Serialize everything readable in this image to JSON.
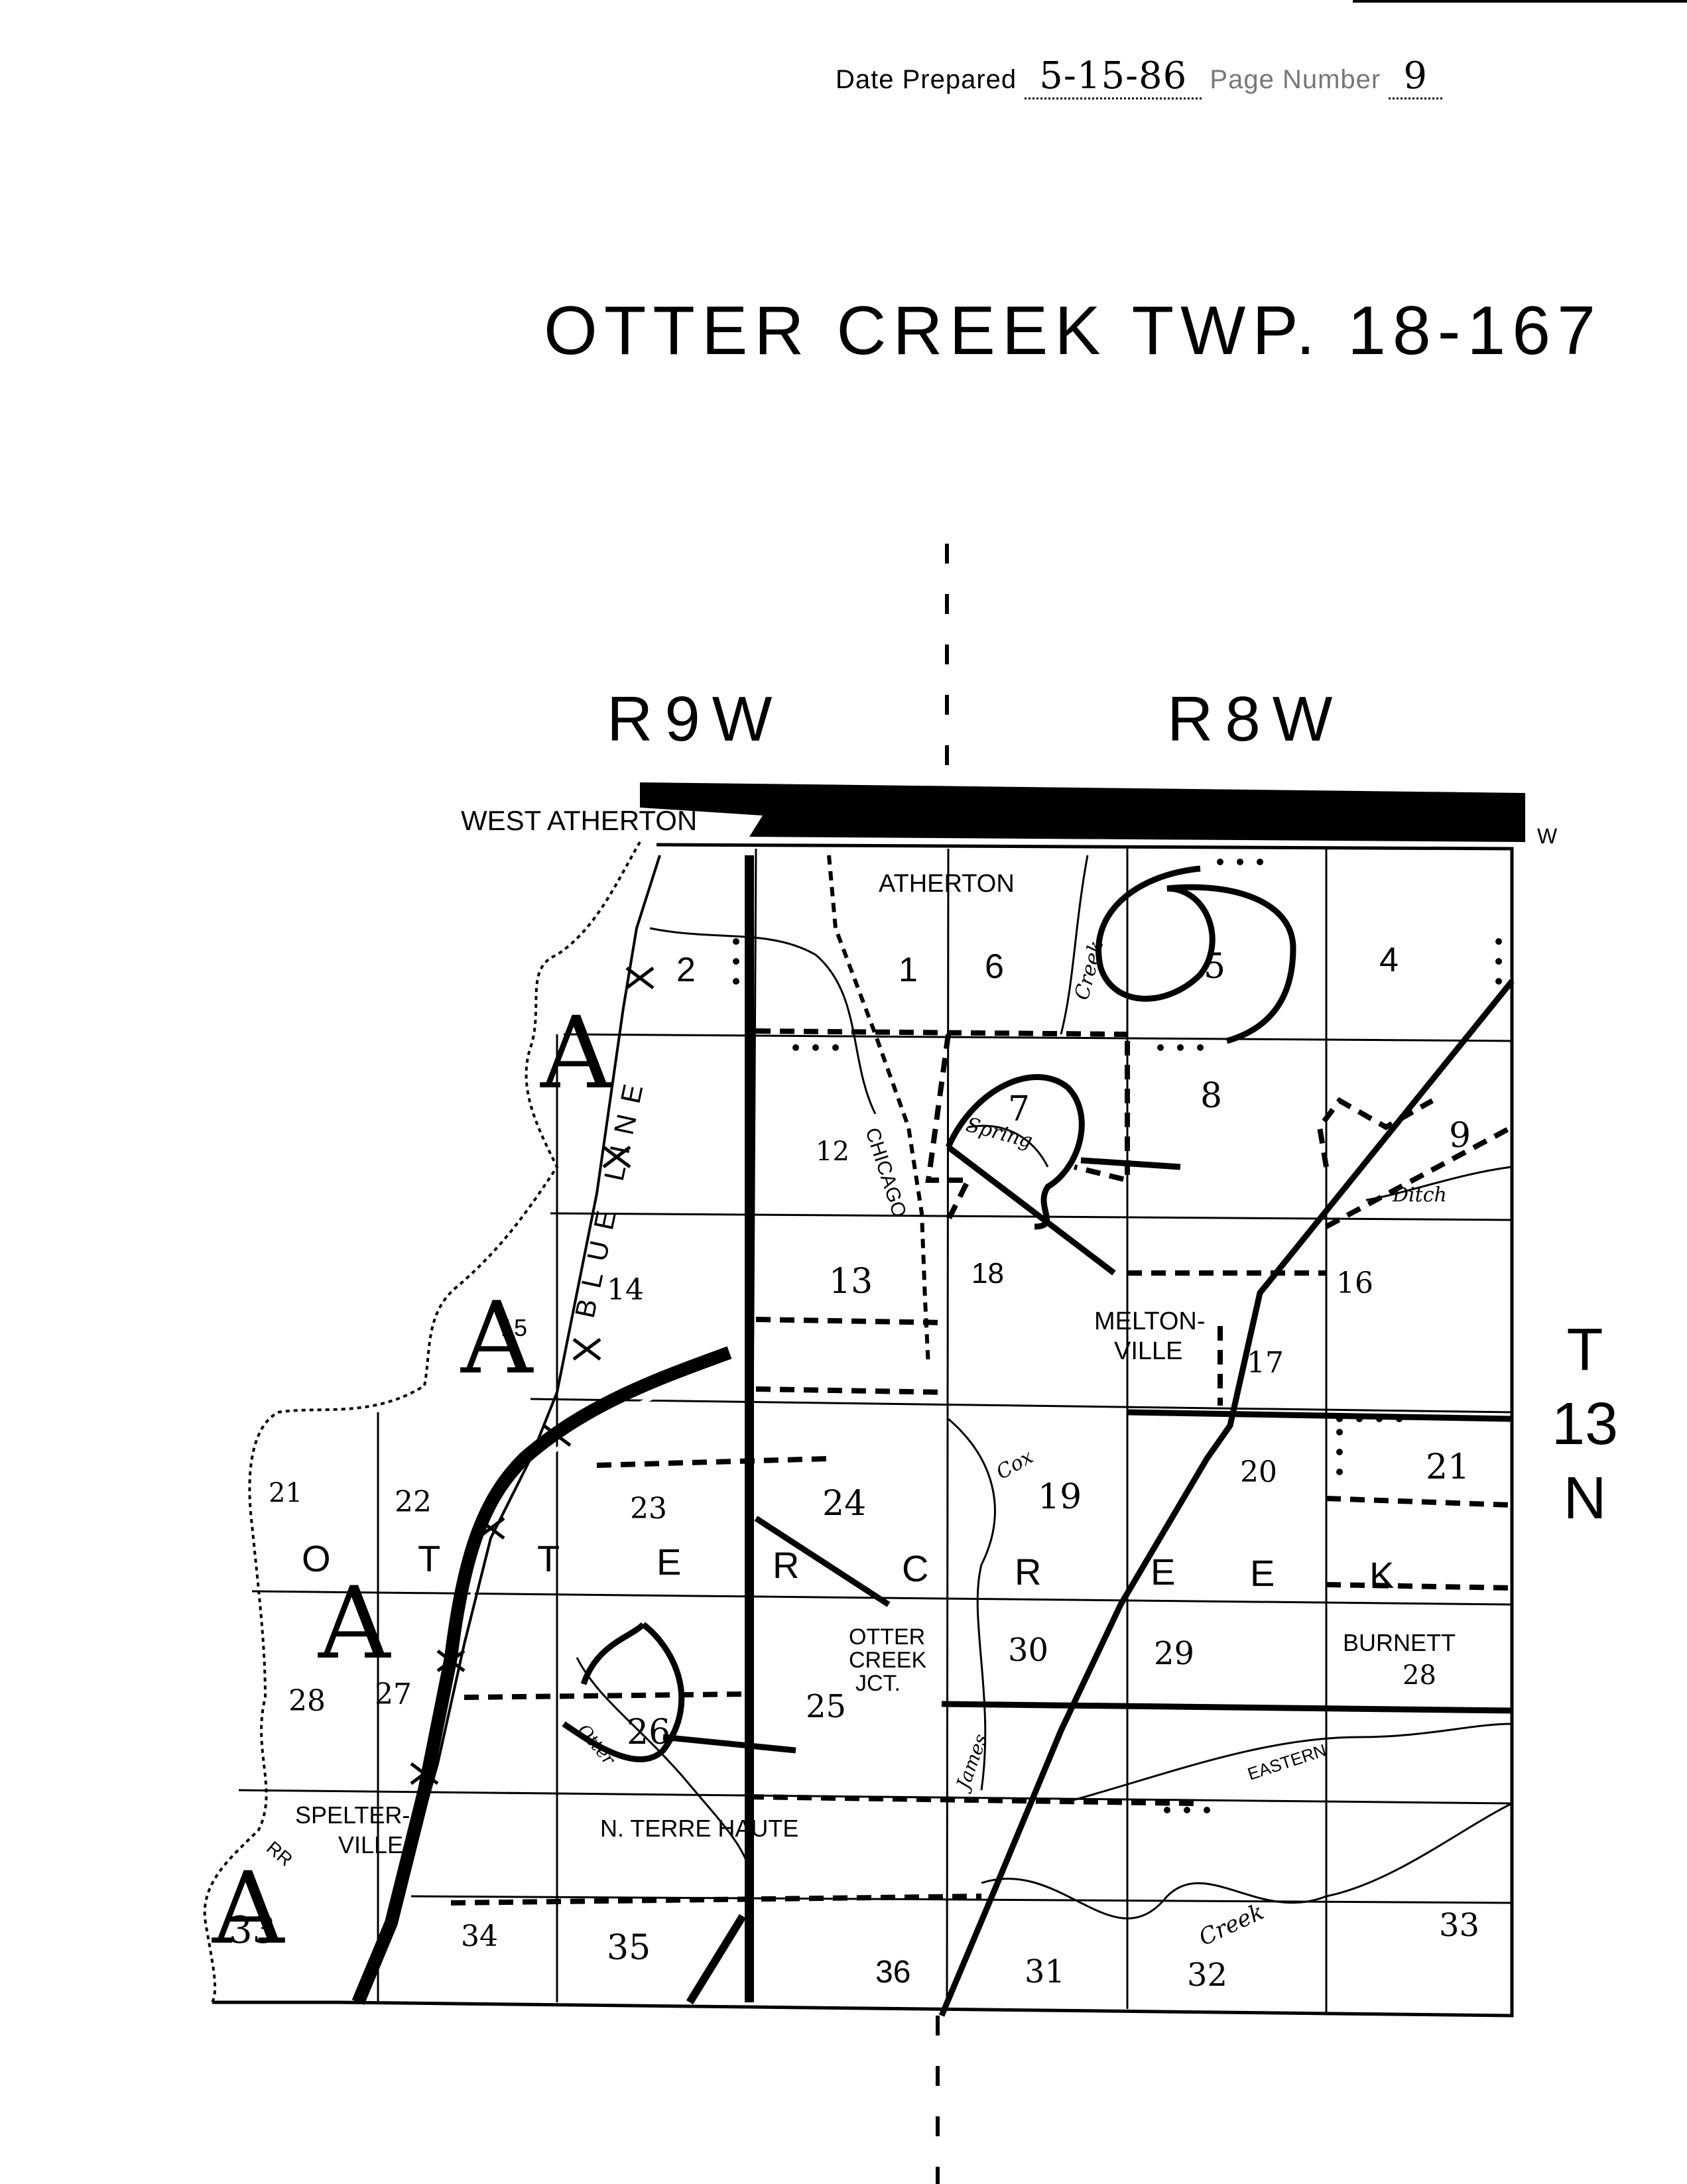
{
  "header": {
    "date_label": "Date Prepared",
    "date_value": "5-15-86",
    "page_label": "Page Number",
    "page_value": "9"
  },
  "title": "OTTER CREEK TWP. 18-167",
  "ranges": {
    "west": "R9W",
    "east": "R8W"
  },
  "township": {
    "t": "T",
    "num": "13",
    "dir": "N"
  },
  "places": {
    "west_atherton": "WEST ATHERTON",
    "atherton": "ATHERTON",
    "meltonville_1": "MELTON-",
    "meltonville_2": "VILLE",
    "otter_creek_jct_1": "OTTER",
    "otter_creek_jct_2": "CREEK",
    "otter_creek_jct_3": "JCT.",
    "burnett": "BURNETT",
    "spelterville_1": "SPELTER-",
    "spelterville_2": "VILLE",
    "n_terre_haute": "N. TERRE HAUTE",
    "right_edge_w": "W"
  },
  "waterways": {
    "chicago": "CHICAGO",
    "creek_upper": "Creek",
    "spring": "Spring",
    "ditch": "Ditch",
    "cox": "Cox",
    "james": "James",
    "otter": "Otter",
    "creek_lower": "Creek",
    "eastern": "EASTERN",
    "blue_line": "BLUE LINE",
    "rr": "RR"
  },
  "township_letters": [
    "O",
    "T",
    "T",
    "E",
    "R",
    "C",
    "R",
    "E",
    "E",
    "K"
  ],
  "sections": [
    "1",
    "2",
    "4",
    "5",
    "6",
    "7",
    "8",
    "9",
    "12",
    "13",
    "14",
    "15",
    "16",
    "17",
    "18",
    "19",
    "20",
    "21",
    "21",
    "22",
    "23",
    "24",
    "25",
    "26",
    "27",
    "28",
    "28",
    "29",
    "30",
    "31",
    "32",
    "33",
    "33",
    "34",
    "35",
    "36"
  ],
  "site_marks": [
    "A",
    "A",
    "A",
    "A"
  ],
  "colors": {
    "ink": "#000000",
    "paper": "#ffffff"
  }
}
